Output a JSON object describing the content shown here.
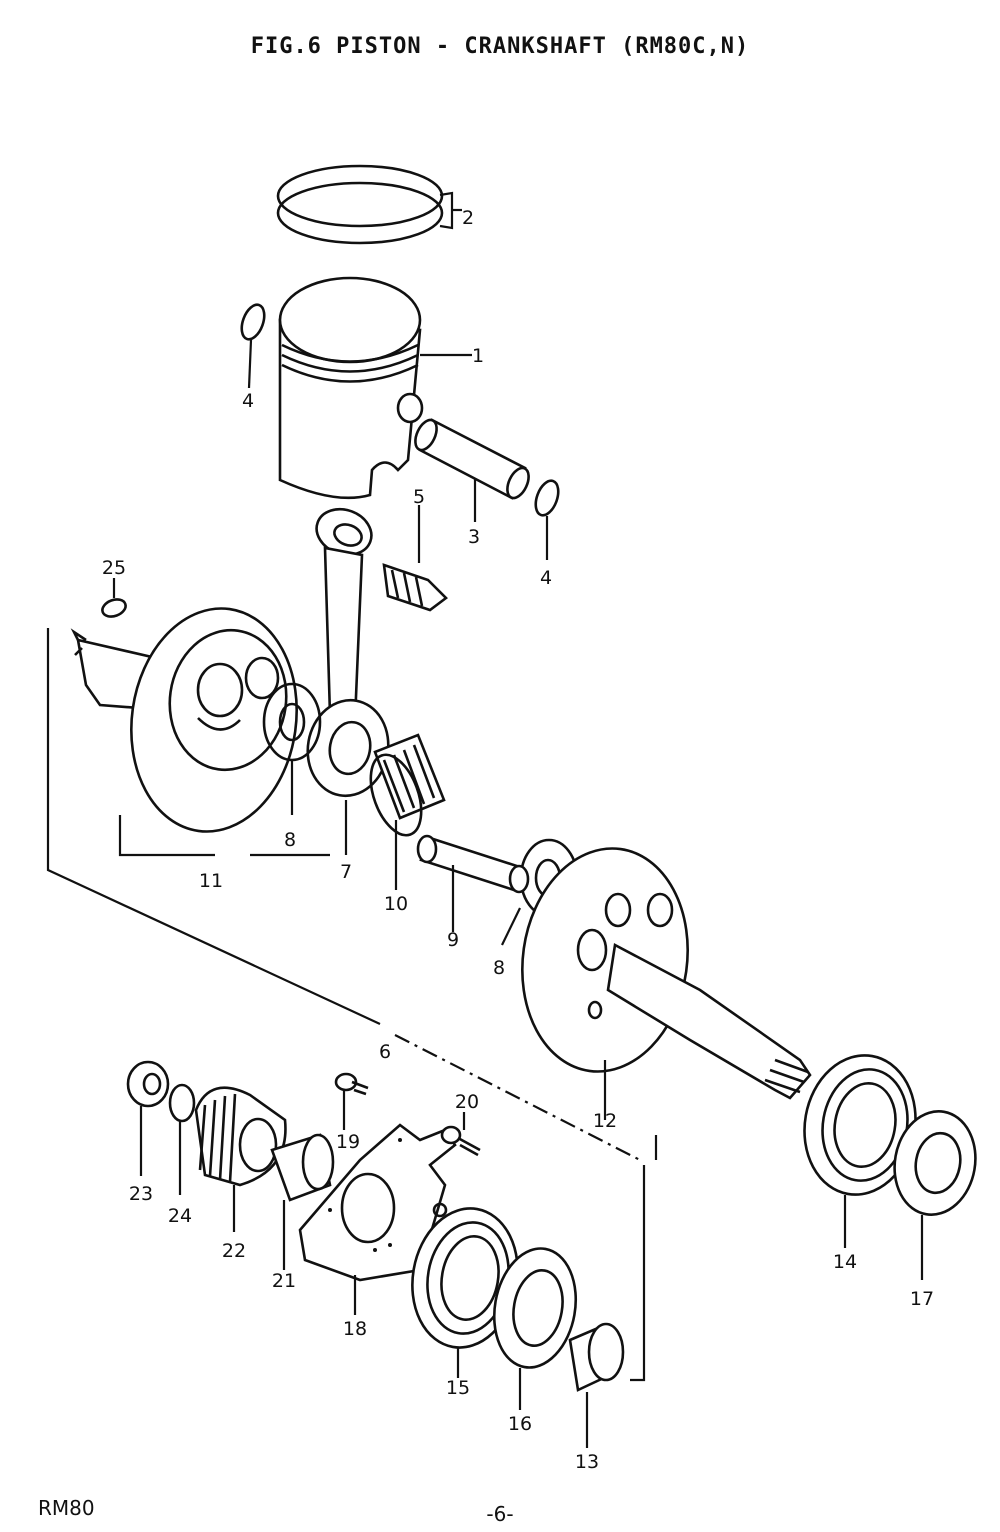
{
  "title": "FIG.6  PISTON - CRANKSHAFT (RM80C,N)",
  "parts": {
    "p1": "1",
    "p2": "2",
    "p3": "3",
    "p4a": "4",
    "p4b": "4",
    "p5": "5",
    "p6": "6",
    "p7": "7",
    "p8a": "8",
    "p8b": "8",
    "p9": "9",
    "p10": "10",
    "p11": "11",
    "p12": "12",
    "p13": "13",
    "p14": "14",
    "p15": "15",
    "p16": "16",
    "p17": "17",
    "p18": "18",
    "p19": "19",
    "p20": "20",
    "p21": "21",
    "p22": "22",
    "p23": "23",
    "p24": "24",
    "p25": "25"
  },
  "footer": {
    "model": "RM80",
    "page": "-6-"
  }
}
